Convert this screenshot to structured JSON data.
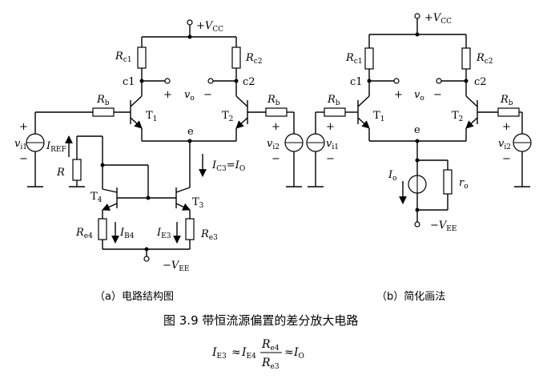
{
  "supply": {
    "vcc_prefix": "+",
    "vcc_main": "V",
    "vcc_sub": "CC",
    "vee_prefix": "−",
    "vee_main": "V",
    "vee_sub": "EE"
  },
  "components": {
    "rc1": {
      "main": "R",
      "sub": "c1"
    },
    "rc2": {
      "main": "R",
      "sub": "c2"
    },
    "rb": {
      "main": "R",
      "sub": "b"
    },
    "re4": {
      "main": "R",
      "sub": "e4"
    },
    "re3": {
      "main": "R",
      "sub": "e3"
    },
    "r": {
      "main": "R"
    },
    "ro": {
      "main": "r",
      "sub": "o"
    }
  },
  "nodes": {
    "c1": "c1",
    "c2": "c2",
    "e": "e"
  },
  "transistors": {
    "t1": {
      "main": "T",
      "sub": "1"
    },
    "t2": {
      "main": "T",
      "sub": "2"
    },
    "t3": {
      "main": "T",
      "sub": "3"
    },
    "t4": {
      "main": "T",
      "sub": "4"
    }
  },
  "signals": {
    "vo": {
      "main": "v",
      "sub": "o"
    },
    "vi1": {
      "main": "v",
      "sub": "i1"
    },
    "vi2": {
      "main": "v",
      "sub": "i2"
    },
    "plus": "+",
    "minus": "−"
  },
  "currents": {
    "iref": {
      "main": "I",
      "sub": "REF"
    },
    "ic3": {
      "main": "I",
      "sub": "C3",
      "eq": "=",
      "main2": "I",
      "sub2": "O"
    },
    "ib4": {
      "main": "I",
      "sub": "B4"
    },
    "ie3": {
      "main": "I",
      "sub": "E3"
    },
    "io": {
      "main": "I",
      "sub": "o"
    }
  },
  "captions": {
    "sub_a": "（a）电路结构图",
    "sub_b": "（b）简化画法",
    "figure": "图 3.9  带恒流源偏置的差分放大电路"
  },
  "formula": {
    "lhs_main": "I",
    "lhs_sub": "E3",
    "approx": "≈",
    "mid_main": "I",
    "mid_sub": "E4",
    "num_main": "R",
    "num_sub": "e4",
    "den_main": "R",
    "den_sub": "e3",
    "rhs_main": "I",
    "rhs_sub": "O"
  }
}
